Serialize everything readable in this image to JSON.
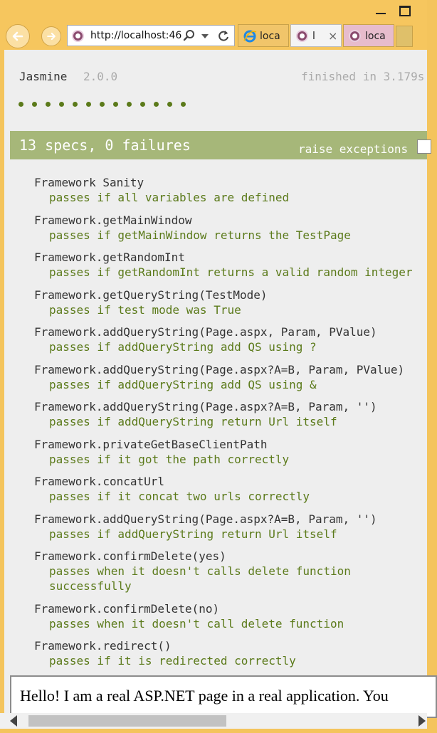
{
  "browser": {
    "address": {
      "url": "http://localhost:46"
    },
    "tabs": [
      {
        "label": "loca",
        "icon": "ie-icon"
      },
      {
        "label": "l",
        "icon": "jasmine-favicon",
        "active": true
      },
      {
        "label": "loca",
        "icon": "jasmine-favicon"
      }
    ],
    "tab_close_glyph": "×"
  },
  "jasmine": {
    "title": "Jasmine",
    "version": "2.0.0",
    "finished": "finished in 3.179s",
    "spec_count": 13,
    "dot_color": "#5b7a1a",
    "summary": "13 specs, 0 failures",
    "raise_exceptions_label": "raise exceptions",
    "raise_exceptions_checked": false,
    "summary_color": "#a6b779"
  },
  "suites": [
    {
      "title": "Framework Sanity",
      "specs": [
        "passes if all variables are defined"
      ]
    },
    {
      "title": "Framework.getMainWindow",
      "specs": [
        "passes if getMainWindow returns the TestPage"
      ]
    },
    {
      "title": "Framework.getRandomInt",
      "specs": [
        "passes if getRandomInt returns a valid random integer"
      ]
    },
    {
      "title": "Framework.getQueryString(TestMode)",
      "specs": [
        "passes if test mode was True"
      ]
    },
    {
      "title": "Framework.addQueryString(Page.aspx, Param, PValue)",
      "specs": [
        "passes if addQueryString add QS using ?"
      ]
    },
    {
      "title": "Framework.addQueryString(Page.aspx?A=B, Param, PValue)",
      "specs": [
        "passes if addQueryString add QS using &"
      ]
    },
    {
      "title": "Framework.addQueryString(Page.aspx?A=B, Param, '')",
      "specs": [
        "passes if addQueryString return Url itself"
      ]
    },
    {
      "title": "Framework.privateGetBaseClientPath",
      "specs": [
        "passes if it got the path correctly"
      ]
    },
    {
      "title": "Framework.concatUrl",
      "specs": [
        "passes if it concat two urls correctly"
      ]
    },
    {
      "title": "Framework.addQueryString(Page.aspx?A=B, Param, '')",
      "specs": [
        "passes if addQueryString return Url itself"
      ]
    },
    {
      "title": "Framework.confirmDelete(yes)",
      "specs": [
        "passes when it doesn't calls delete function",
        "successfully"
      ]
    },
    {
      "title": "Framework.confirmDelete(no)",
      "specs": [
        "passes when it doesn't call delete function"
      ]
    },
    {
      "title": "Framework.redirect()",
      "specs": [
        "passes if it is redirected correctly"
      ]
    }
  ],
  "asp_page": {
    "text": "Hello! I am a real ASP.NET page in a real application. You"
  }
}
